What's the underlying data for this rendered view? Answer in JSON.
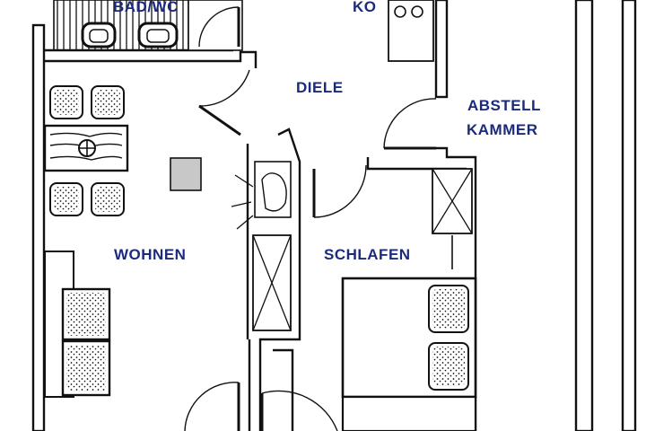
{
  "rooms": {
    "bad_wc": "BAD/WC",
    "ko": "KO",
    "diele": "DIELE",
    "abstell_line1": "ABSTELL",
    "abstell_line2": "KAMMER",
    "wohnen": "WOHNEN",
    "schlafen": "SCHLAFEN"
  },
  "colors": {
    "label": "#1c2a7c",
    "wall": "#111111",
    "column": "#c8c8c8"
  }
}
